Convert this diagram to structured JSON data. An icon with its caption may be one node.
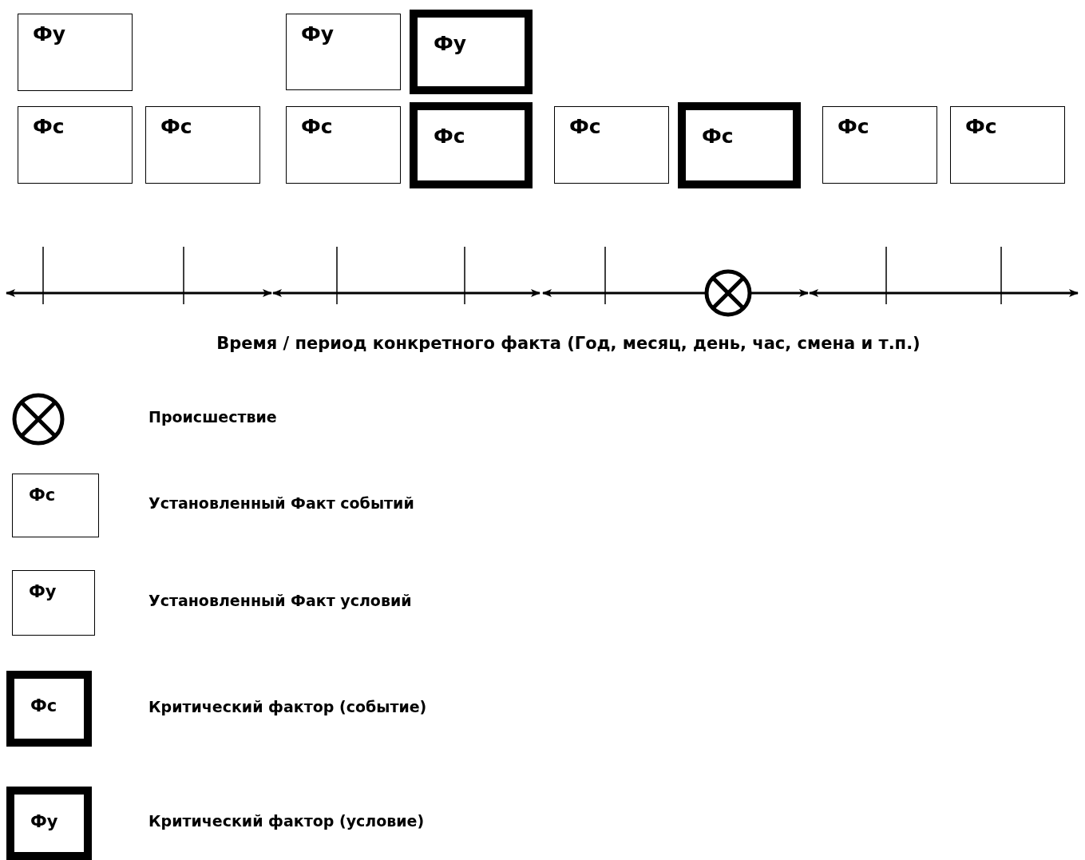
{
  "diagram": {
    "nodes": [
      {
        "text": [
          "Фу"
        ]
      },
      {
        "text": [
          "Фу"
        ]
      },
      {
        "text": [
          "Фу"
        ]
      },
      {
        "text": [
          "Фс"
        ]
      },
      {
        "text": [
          "Фс"
        ]
      },
      {
        "text": [
          "Фс"
        ]
      },
      {
        "text": [
          "Фс"
        ]
      },
      {
        "text": [
          "Фс"
        ]
      },
      {
        "text": [
          "Фс"
        ]
      },
      {
        "text": [
          "Фс"
        ]
      },
      {
        "text": [
          "Фс"
        ]
      },
      {
        "text": [],
        "shape": "circle"
      },
      {
        "text": [],
        "shape": "circle"
      },
      {
        "text": [
          "Фс"
        ],
        "beside": [
          "Установленный Факт событий"
        ]
      },
      {
        "text": [
          "Фу"
        ],
        "beside": [
          "Установленный Факт условий"
        ]
      },
      {
        "text": [
          "Фс"
        ],
        "beside": [
          "Критический фактор (событие)"
        ]
      },
      {
        "text": [
          "Фу"
        ],
        "beside": [
          "Критический фактор (условие)"
        ]
      }
    ],
    "labels": [
      "Время / период конкретного факта (Год, месяц, день, час, смена и т.п.)",
      "Происшествие"
    ]
  }
}
